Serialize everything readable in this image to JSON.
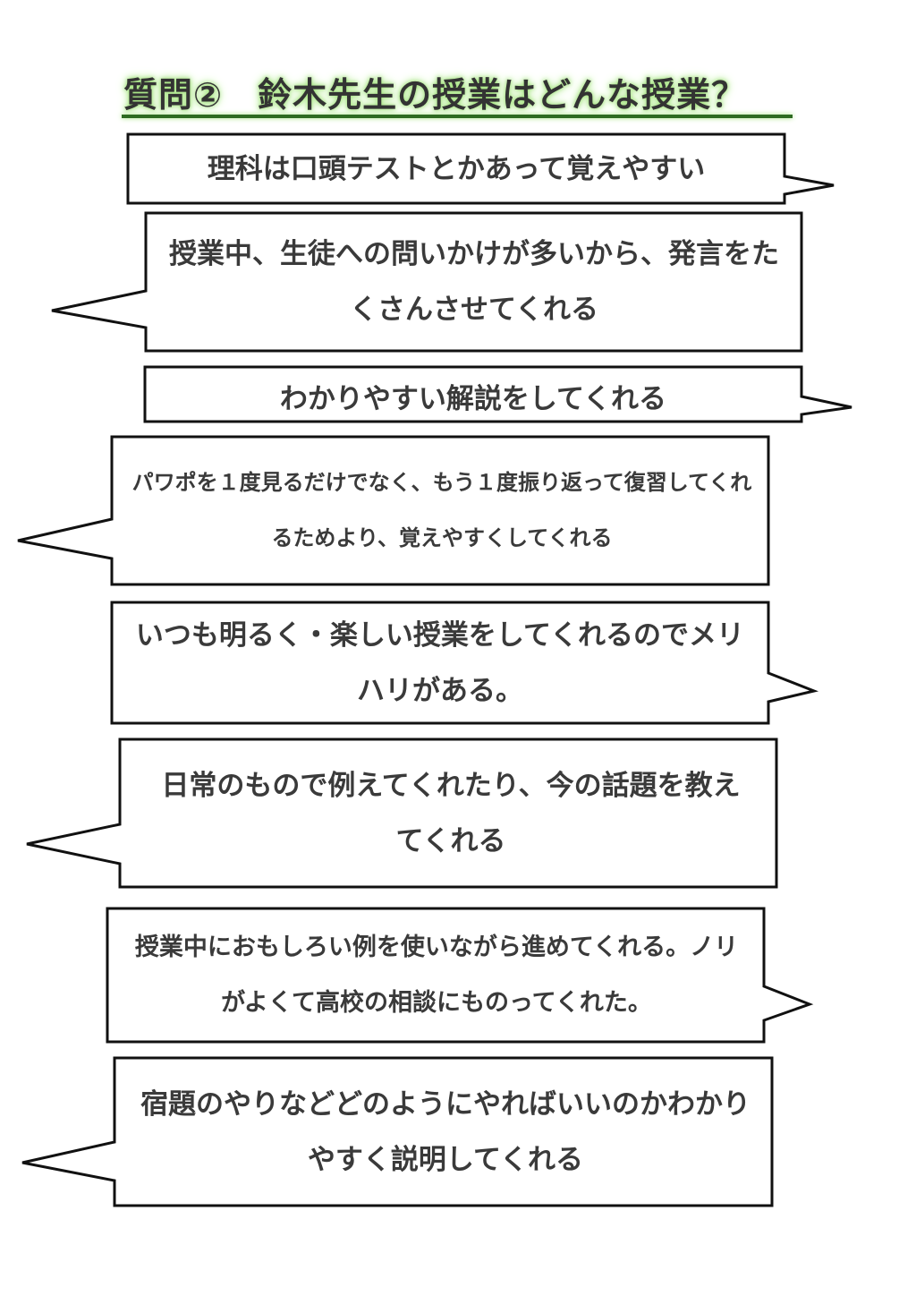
{
  "title": "質問②　鈴木先生の授業はどんな授業？",
  "bubbles": [
    {
      "text": "理科は口頭テストとかあって覚えやすい"
    },
    {
      "text": "授業中、生徒への問いかけが多いから、発言をたくさんさせてくれる"
    },
    {
      "text": "わかりやすい解説をしてくれる"
    },
    {
      "text": "パワポを１度見るだけでなく、もう１度振り返って復習してくれるためより、覚えやすくしてくれる"
    },
    {
      "text": "いつも明るく・楽しい授業をしてくれるのでメリハリがある。"
    },
    {
      "text": "日常のもので例えてくれたり、今の話題を教えてくれる"
    },
    {
      "text": "授業中におもしろい例を使いながら進めてくれる。ノリがよくて高校の相談にものってくれた。"
    },
    {
      "text": "宿題のやりなどどのようにやればいいのかわかりやすく説明してくれる"
    }
  ]
}
